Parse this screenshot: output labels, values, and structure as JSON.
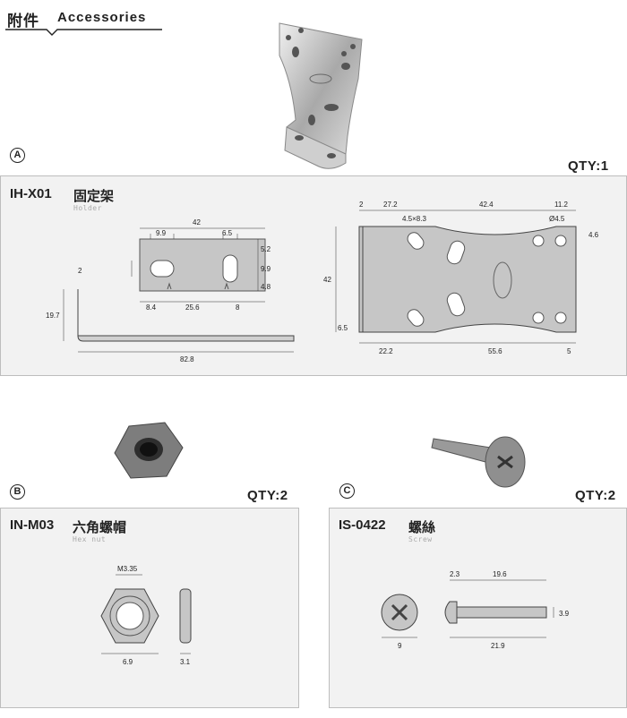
{
  "header": {
    "title_cn": "附件",
    "title_en": "Accessories"
  },
  "parts": [
    {
      "marker": "A",
      "qty": "QTY:1",
      "code": "IH-X01",
      "name_cn": "固定架",
      "name_en": "Holder",
      "dims_side": {
        "w1": "42",
        "a": "9.9",
        "b": "6.5",
        "c": "5.2",
        "d": "9.9",
        "e": "4.8",
        "f": "8.4",
        "g": "25.6",
        "h": "8",
        "t": "2",
        "height": "19.7",
        "len": "82.8"
      },
      "dims_top": {
        "t": "2",
        "a": "27.2",
        "b": "42.4",
        "c": "11.2",
        "slot": "4.5×8.3",
        "hole": "Ø4.5",
        "d": "4.6",
        "h": "42",
        "e": "6.5",
        "f": "22.2",
        "g": "55.6",
        "k": "5"
      }
    },
    {
      "marker": "B",
      "qty": "QTY:2",
      "code": "IN-M03",
      "name_cn": "六角螺帽",
      "name_en": "Hex nut",
      "dims": {
        "thread": "M3.35",
        "width": "6.9",
        "thick": "3.1"
      }
    },
    {
      "marker": "C",
      "qty": "QTY:2",
      "code": "IS-0422",
      "name_cn": "螺絲",
      "name_en": "Screw",
      "dims": {
        "head_h": "2.3",
        "shank": "19.6",
        "dia": "3.9",
        "head_d": "9",
        "total": "21.9"
      }
    }
  ],
  "colors": {
    "panel_bg": "#f2f2f2",
    "panel_border": "#bdbdbd",
    "part_fill": "#c6c6c6",
    "line": "#222222"
  }
}
